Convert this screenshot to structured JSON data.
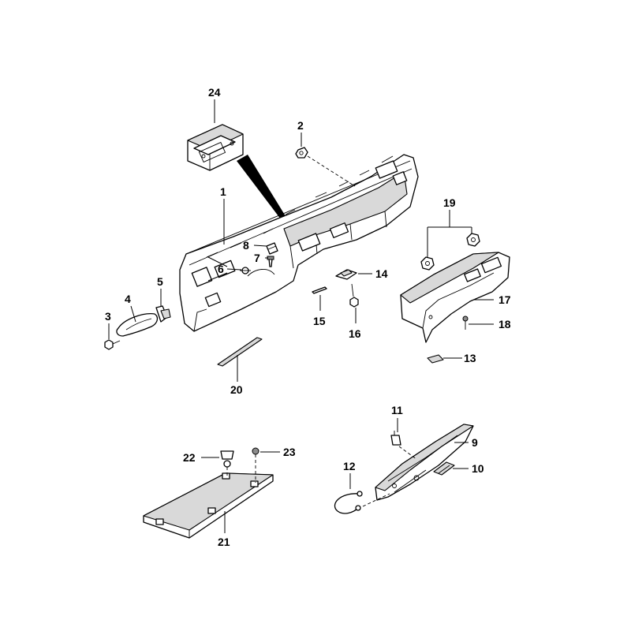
{
  "callouts": {
    "c1": "1",
    "c2": "2",
    "c3": "3",
    "c4": "4",
    "c5": "5",
    "c6": "6",
    "c7": "7",
    "c8": "8",
    "c9": "9",
    "c10": "10",
    "c11": "11",
    "c12": "12",
    "c13": "13",
    "c14": "14",
    "c15": "15",
    "c16": "16",
    "c17": "17",
    "c18": "18",
    "c19": "19",
    "c20": "20",
    "c21": "21",
    "c22": "22",
    "c23": "23",
    "c24": "24"
  },
  "colors": {
    "ink": "#000000",
    "fill": "#ffffff",
    "shade": "#d9d9d9"
  }
}
